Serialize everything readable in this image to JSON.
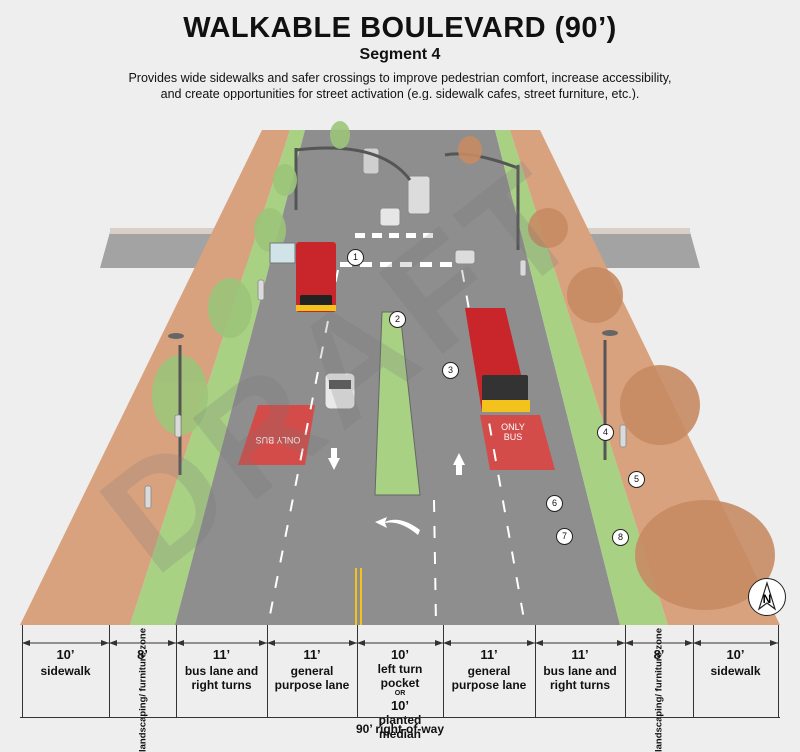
{
  "header": {
    "title": "WALKABLE BOULEVARD (90’)",
    "subtitle": "Segment 4",
    "description": "Provides wide sidewalks and safer crossings to improve pedestrian comfort, increase accessibility, and create opportunities for street activation (e.g. sidewalk cafes, street furniture, etc.)."
  },
  "pavement": {
    "bus_only_left": "ONLY BUS",
    "bus_only_right_1": "ONLY",
    "bus_only_right_2": "BUS"
  },
  "markers": [
    "1",
    "2",
    "3",
    "4",
    "5",
    "6",
    "7",
    "8"
  ],
  "compass": "N",
  "watermark": "DRAFT",
  "columns": [
    {
      "width": "10’",
      "label": "sidewalk"
    },
    {
      "width": "8’",
      "label": "landscaping/ furniture zone"
    },
    {
      "width": "11’",
      "label": "bus lane and right turns"
    },
    {
      "width": "11’",
      "label": "general purpose lane"
    },
    {
      "width": "10’",
      "label": "left turn pocket",
      "or": "OR",
      "width2": "10’",
      "label2": "planted median"
    },
    {
      "width": "11’",
      "label": "general purpose lane"
    },
    {
      "width": "11’",
      "label": "bus lane and right turns"
    },
    {
      "width": "8’",
      "label": "landscaping/ furniture zone"
    },
    {
      "width": "10’",
      "label": "sidewalk"
    }
  ],
  "right_of_way": "90’ right-of-way",
  "colors": {
    "sidewalk": "#d9a27e",
    "landscape": "#a8d184",
    "road": "#8e8e8e",
    "bus_lane_red": "#e0413e",
    "bus_body": "#c8262b",
    "bus_yellow": "#f3c21d"
  }
}
